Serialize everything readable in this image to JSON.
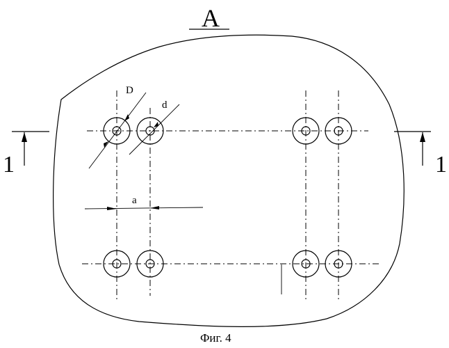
{
  "view_label": "A",
  "section_left": "1",
  "section_right": "1",
  "dim_D": "D",
  "dim_d": "d",
  "dim_a": "a",
  "caption": "Фиг. 4"
}
